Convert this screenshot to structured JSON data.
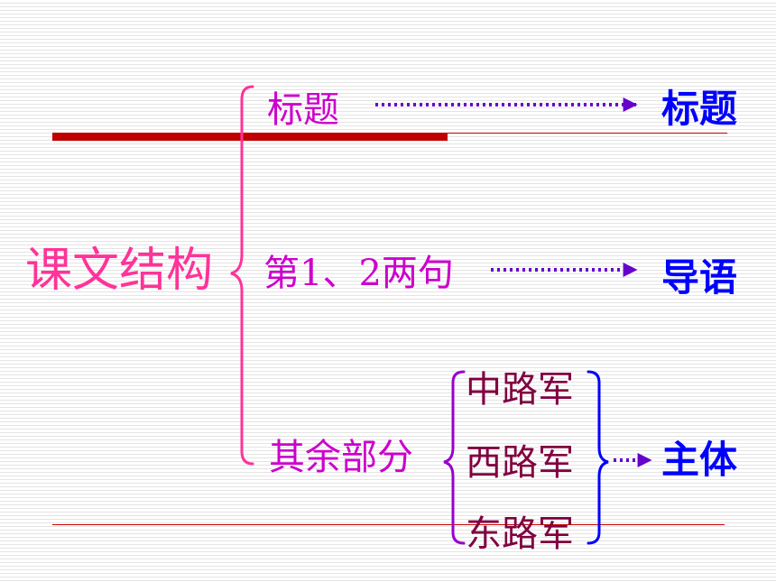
{
  "structure": {
    "root_label": "课文结构",
    "branches": [
      {
        "label": "标题",
        "result": "标题"
      },
      {
        "label": "第1、2两句",
        "result": "导语"
      },
      {
        "label": "其余部分",
        "result": "主体",
        "sub_items": [
          "中路军",
          "西路军",
          "东路军"
        ]
      }
    ]
  },
  "colors": {
    "root_text": "#ff3399",
    "root_brace": "#ff3399",
    "branch_text": "#cc00cc",
    "sub_text": "#800040",
    "sub_left_brace": "#9900cc",
    "sub_right_brace": "#0000ff",
    "arrow": "#6600cc",
    "result_text": "#0000ff",
    "decor_red": "#c00000"
  }
}
